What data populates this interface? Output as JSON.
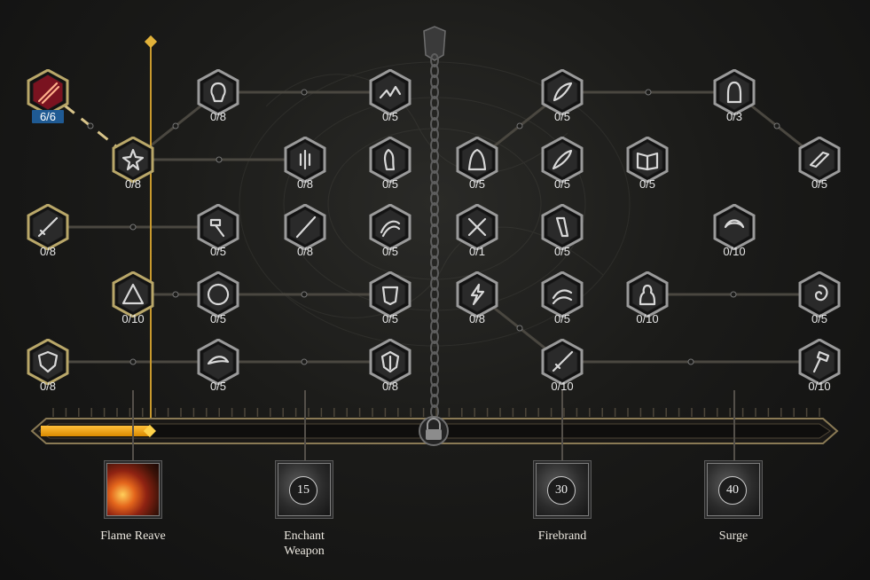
{
  "colors": {
    "gold": "#c99a2e",
    "progress_fill": "#f3a20a",
    "maxed_badge": "#1f5a93",
    "node_border_active": "#b9a769",
    "node_border_inactive": "#9a9a9a"
  },
  "progress": {
    "fraction": 0.14
  },
  "nodes": [
    {
      "id": "n1",
      "count": "6/6",
      "state": "maxed",
      "icon": "flame-slash-icon"
    },
    {
      "id": "n2",
      "count": "0/8",
      "state": "inactive",
      "icon": "flaming-skull-icon"
    },
    {
      "id": "n3",
      "count": "0/5",
      "state": "inactive",
      "icon": "crackling-ground-icon"
    },
    {
      "id": "n4",
      "count": "0/8",
      "state": "active",
      "icon": "fire-burst-icon"
    },
    {
      "id": "n5",
      "count": "0/8",
      "state": "inactive",
      "icon": "spark-droplets-icon"
    },
    {
      "id": "n6",
      "count": "0/5",
      "state": "inactive",
      "icon": "shadow-figure-icon"
    },
    {
      "id": "n7",
      "count": "0/8",
      "state": "active",
      "icon": "sword-icon"
    },
    {
      "id": "n8",
      "count": "0/5",
      "state": "inactive",
      "icon": "hammer-icon"
    },
    {
      "id": "n9",
      "count": "0/8",
      "state": "inactive",
      "icon": "blade-icon"
    },
    {
      "id": "n10",
      "count": "0/5",
      "state": "inactive",
      "icon": "claw-icon"
    },
    {
      "id": "n11",
      "count": "0/10",
      "state": "active",
      "icon": "triangle-rune-icon"
    },
    {
      "id": "n12",
      "count": "0/5",
      "state": "inactive",
      "icon": "scale-shield-icon"
    },
    {
      "id": "n13",
      "count": "0/5",
      "state": "inactive",
      "icon": "armor-icon"
    },
    {
      "id": "n14",
      "count": "0/8",
      "state": "active",
      "icon": "shield-icon"
    },
    {
      "id": "n15",
      "count": "0/5",
      "state": "inactive",
      "icon": "wing-slash-icon"
    },
    {
      "id": "n16",
      "count": "0/8",
      "state": "inactive",
      "icon": "ornate-shield-icon"
    },
    {
      "id": "n17",
      "count": "0/5",
      "state": "inactive",
      "icon": "feather-icon"
    },
    {
      "id": "n18",
      "count": "0/3",
      "state": "inactive",
      "icon": "ghost-icon"
    },
    {
      "id": "n19",
      "count": "0/5",
      "state": "inactive",
      "icon": "hooded-figure-icon"
    },
    {
      "id": "n20",
      "count": "0/5",
      "state": "inactive",
      "icon": "leaf-blade-icon"
    },
    {
      "id": "n21",
      "count": "0/5",
      "state": "inactive",
      "icon": "open-book-icon"
    },
    {
      "id": "n22",
      "count": "0/5",
      "state": "inactive",
      "icon": "broken-blade-icon"
    },
    {
      "id": "n23",
      "count": "0/1",
      "state": "inactive",
      "icon": "crossed-swords-icon"
    },
    {
      "id": "n24",
      "count": "0/5",
      "state": "inactive",
      "icon": "hilt-icon"
    },
    {
      "id": "n25",
      "count": "0/10",
      "state": "inactive",
      "icon": "crescent-slash-icon"
    },
    {
      "id": "n26",
      "count": "0/8",
      "state": "inactive",
      "icon": "lightning-strike-icon"
    },
    {
      "id": "n27",
      "count": "0/5",
      "state": "inactive",
      "icon": "wind-slash-icon"
    },
    {
      "id": "n28",
      "count": "0/10",
      "state": "inactive",
      "icon": "warrior-portrait-icon"
    },
    {
      "id": "n29",
      "count": "0/5",
      "state": "inactive",
      "icon": "swirl-icon"
    },
    {
      "id": "n30",
      "count": "0/10",
      "state": "inactive",
      "icon": "greatsword-icon"
    },
    {
      "id": "n31",
      "count": "0/10",
      "state": "inactive",
      "icon": "warhammer-icon"
    }
  ],
  "skills": [
    {
      "name": "Flame Reave",
      "level": "",
      "icon": "flame-wing-icon",
      "flame": true
    },
    {
      "name": "Enchant Weapon",
      "level": "15",
      "icon": "locked-skill-icon",
      "flame": false
    },
    {
      "name": "Firebrand",
      "level": "30",
      "icon": "locked-skill-icon",
      "flame": false
    },
    {
      "name": "Surge",
      "level": "40",
      "icon": "locked-skill-icon",
      "flame": false
    }
  ]
}
